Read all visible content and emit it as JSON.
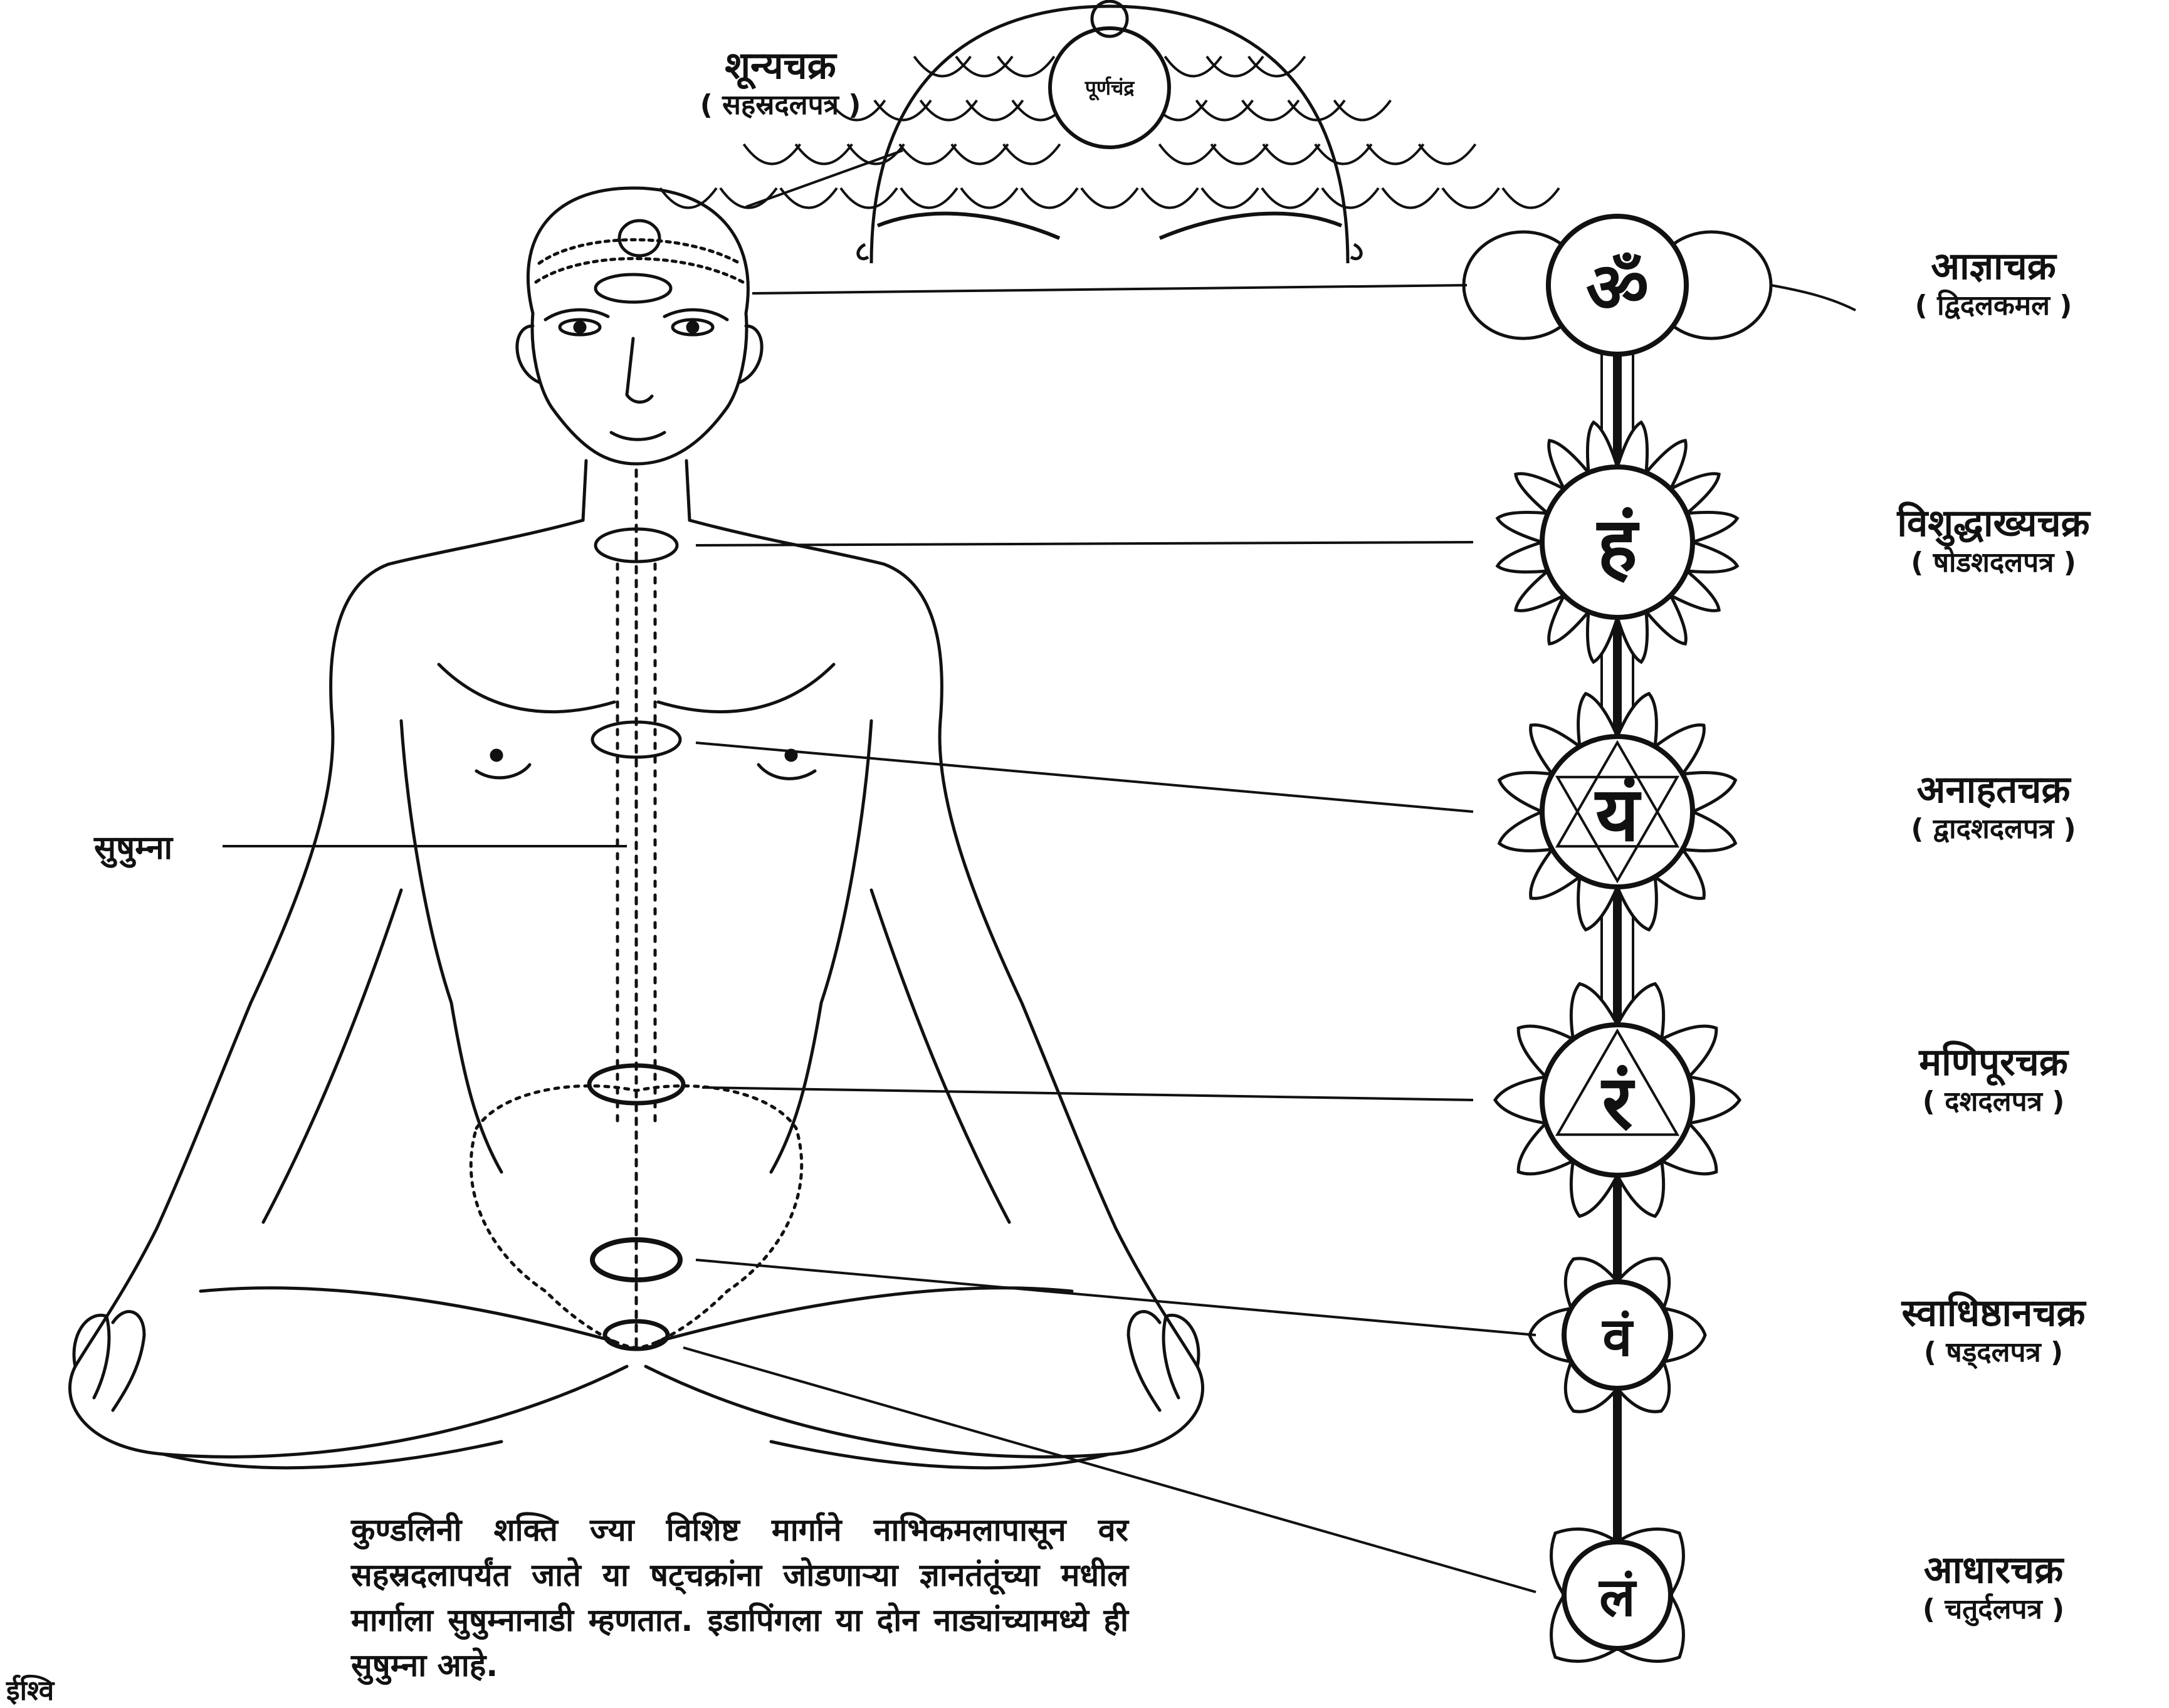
{
  "chakras": [
    {
      "name": "आज्ञाचक्र",
      "subtitle": "( द्विदलकमल )",
      "bija": "ॐ"
    },
    {
      "name": "विशुद्धाख्यचक्र",
      "subtitle": "( षोडशदलपत्र )",
      "bija": "हं"
    },
    {
      "name": "अनाहतचक्र",
      "subtitle": "( द्वादशदलपत्र )",
      "bija": "यं"
    },
    {
      "name": "मणिपूरचक्र",
      "subtitle": "( दशदलपत्र )",
      "bija": "रं"
    },
    {
      "name": "स्वाधिष्ठानचक्र",
      "subtitle": "( षड्दलपत्र )",
      "bija": "वं"
    },
    {
      "name": "आधारचक्र",
      "subtitle": "( चतुर्दलपत्र )",
      "bija": "लं"
    }
  ],
  "crown": {
    "name": "शून्यचक्र",
    "subtitle": "( सहस्रदलपत्र )",
    "inner": "पूर्णचंद्र"
  },
  "sushumna_label": "सुषुम्ना",
  "caption": "कुण्डलिनी शक्ति ज्या विशिष्ट मार्गाने नाभिकमलापासून वर सहस्रदलापर्यंत जाते या षट्चक्रांना जोडणाऱ्या ज्ञानतंतूंच्या मधील मार्गाला सुषुम्नानाडी म्हणतात. इडापिंगला या दोन नाड्यांच्यामध्ये ही सुषुम्ना आहे.",
  "corner_text": "ईश्वि",
  "colors": {
    "ink": "#111111",
    "paper": "#ffffff"
  }
}
